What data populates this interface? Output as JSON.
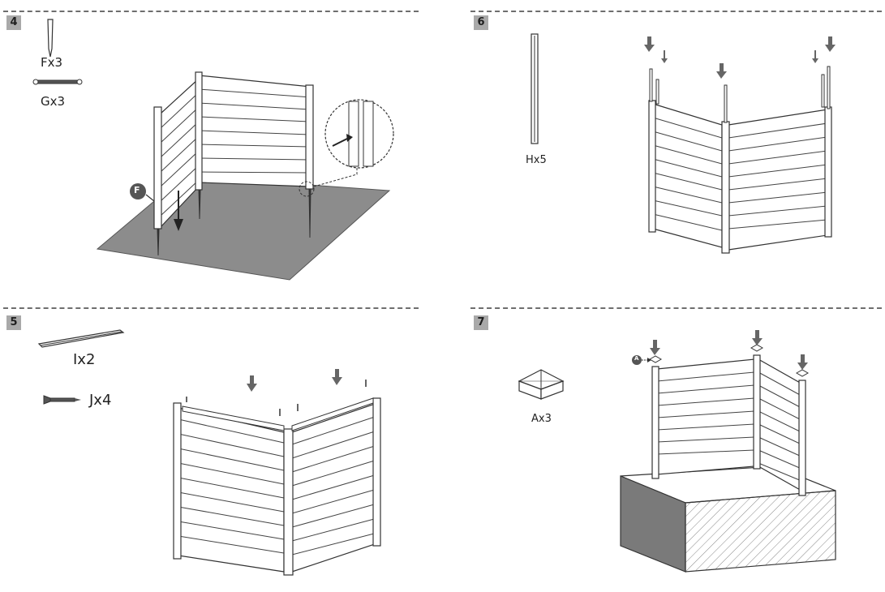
{
  "steps": [
    {
      "number": "4",
      "parts": [
        {
          "label": "Fx3",
          "icon": "spike-icon"
        },
        {
          "label": "Gx3",
          "icon": "pin-icon"
        }
      ],
      "callout": "F"
    },
    {
      "number": "5",
      "parts": [
        {
          "label": "Ix2",
          "icon": "rail-icon"
        },
        {
          "label": "Jx4",
          "icon": "screw-icon"
        }
      ]
    },
    {
      "number": "6",
      "parts": [
        {
          "label": "Hx5",
          "icon": "post-strip-icon"
        }
      ]
    },
    {
      "number": "7",
      "parts": [
        {
          "label": "Ax3",
          "icon": "post-cap-icon"
        }
      ],
      "callout": "A"
    }
  ],
  "colors": {
    "line": "#333333",
    "badge": "#a9a9a9",
    "ground": "#8c8c8c",
    "arrow": "#666666",
    "box_side": "#7a7a7a"
  }
}
